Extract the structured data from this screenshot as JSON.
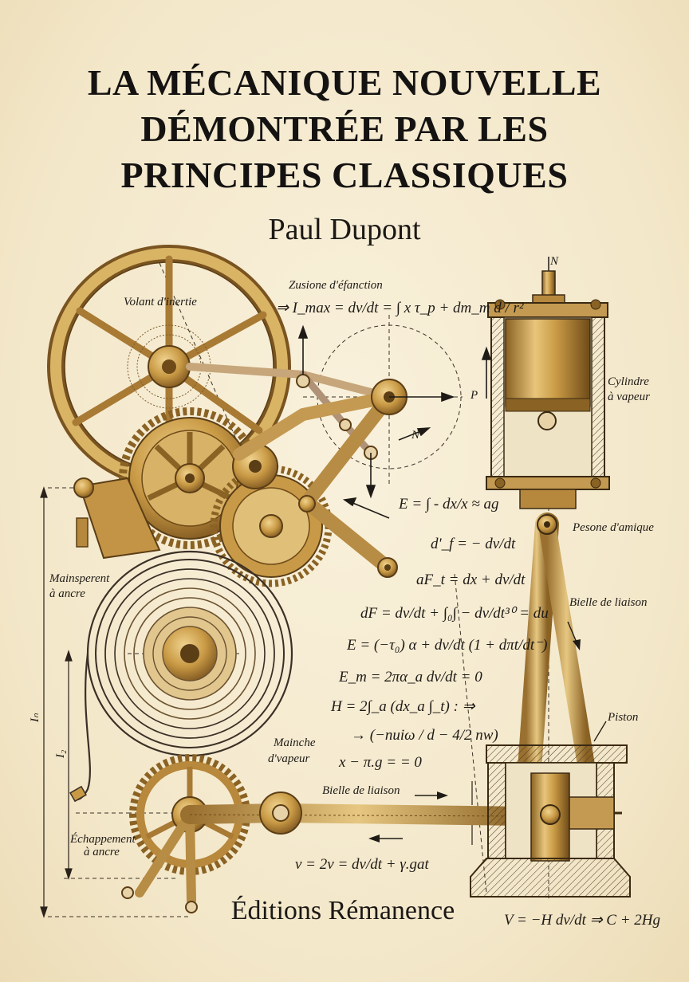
{
  "cover": {
    "title_lines": [
      "LA MÉCANIQUE NOUVELLE",
      "DÉMONTRÉE PAR LES",
      "PRINCIPES CLASSIQUES"
    ],
    "author": "Paul Dupont",
    "publisher": "Éditions Rémanence"
  },
  "diagram_labels": {
    "flywheel": "Volant d'inertie",
    "cylinder_1": "Cylindre",
    "cylinder_2": "à vapeur",
    "mainspring_1": "Mainsperent",
    "mainspring_2": "à ancre",
    "piston_rod": "Pesone d'amique",
    "connecting_rod_right": "Bielle de liaison",
    "piston": "Piston",
    "mainche_1": "Mainche",
    "mainche_2": "d'vapeur",
    "connecting_rod_bottom": "Bielle de liaison",
    "escapement_1": "Échappement",
    "escapement_2": "à ancre",
    "n_top": "N",
    "n_mid": "N",
    "p_force": "P",
    "dim_1": "Iₙ",
    "dim_2": "I₂"
  },
  "equations": {
    "heading": "Zusione d'éfanction",
    "imax": "⇒ I_max = dv/dt = ∫ x τ_p + dm_m d / r²",
    "e1": "E = ∫ - dx/x ≈ ag",
    "e2": "d'_f = − dv/dt",
    "e3": "aF_t = dx + dv/dt",
    "e4": "dF = dv/dt + ∫₀∫ − dv/dt³⁰ = du",
    "e5": "E = (−τ₀) α + dv/dt (1 + dπt/dt⁻)",
    "e6": "E_m = 2πα_a dv/dt = 0",
    "e7": "H = 2∫_a (dx_a ∫_t) : ⇒",
    "e8": "→ (−nuiω / d − 4/2 nw)",
    "e9": "x − π.g = = 0",
    "e10": "v = 2v = dv/dt + γ.gat",
    "e11": "V = −H dv/dt ⇒ C + 2Hg"
  },
  "colors": {
    "paper": "#f6ecd2",
    "brass": "#c99a45",
    "brass_dark": "#8a6224",
    "ink": "#1e1a16"
  }
}
